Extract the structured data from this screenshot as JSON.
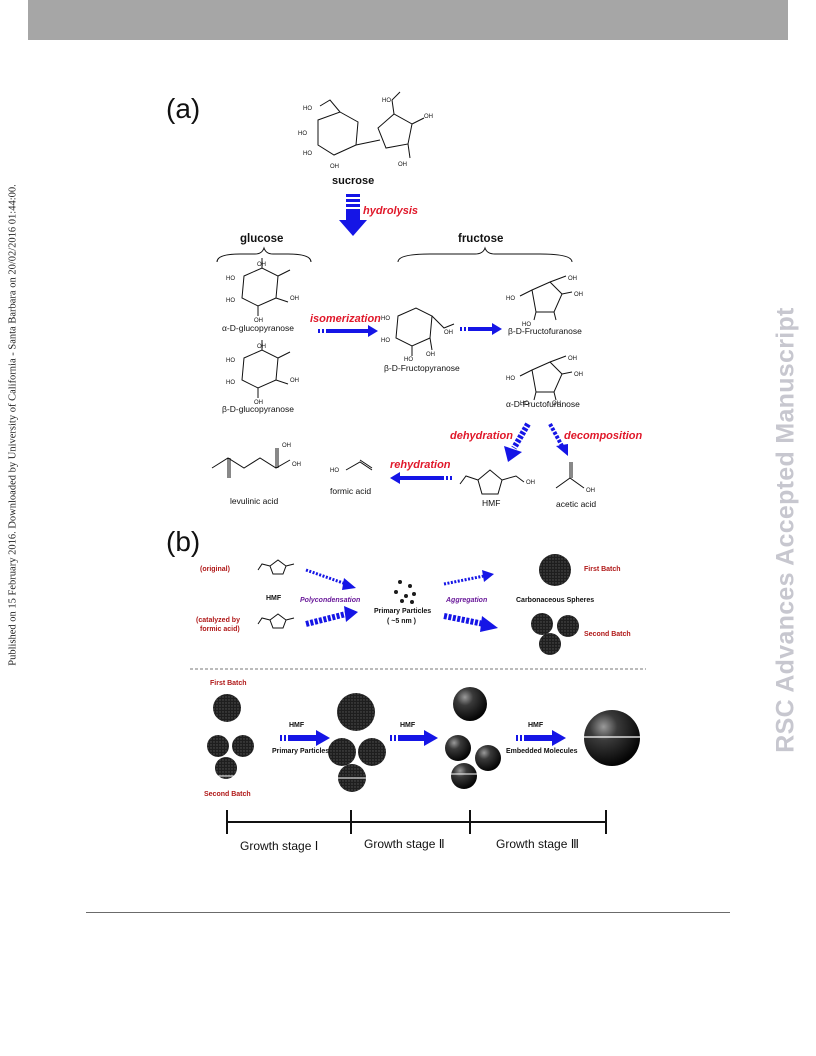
{
  "side_text": {
    "published": "Published on 15 February 2016. Downloaded by University of California - Santa Barbara on 20/02/2016 01:44:00.",
    "journal_watermark": "RSC Advances Accepted Manuscript"
  },
  "panel_a": {
    "label": "(a)",
    "sucrose": "sucrose",
    "hydrolysis": "hydrolysis",
    "glucose": "glucose",
    "fructose": "fructose",
    "alpha_glucopyranose": "α-D-glucopyranose",
    "beta_glucopyranose": "β-D-glucopyranose",
    "isomerization": "isomerization",
    "beta_fructopyranose": "β-D-Fructopyranose",
    "beta_fructofuranose": "β-D-Fructofuranose",
    "alpha_fructofuranose": "α-D-Fructofuranose",
    "dehydration": "dehydration",
    "decomposition": "decomposition",
    "rehydration": "rehydration",
    "levulinic_acid": "levulinic acid",
    "formic_acid": "formic acid",
    "hmf": "HMF",
    "acetic_acid": "acetic acid",
    "oh": "OH",
    "ho": "HO"
  },
  "panel_b": {
    "label": "(b)",
    "original": "(original)",
    "catalyzed_line1": "(catalyzed by",
    "catalyzed_line2": "formic acid)",
    "hmf": "HMF",
    "polycondensation": "Polycondensation",
    "primary_particles": "Primary Particles",
    "size": "( ~5 nm )",
    "aggregation": "Aggregation",
    "first_batch": "First Batch",
    "carbonaceous_spheres": "Carbonaceous Spheres",
    "second_batch": "Second Batch",
    "growth_first_batch": "First Batch",
    "growth_second_batch": "Second Batch",
    "arrow1_top": "HMF",
    "arrow1_bottom": "Primary Particles",
    "arrow2_top": "HMF",
    "arrow3_top": "HMF",
    "arrow3_bottom": "Embedded Molecules",
    "stage1": "Growth stage Ⅰ",
    "stage2": "Growth stage Ⅱ",
    "stage3": "Growth stage Ⅲ"
  },
  "colors": {
    "arrow_blue": "#1515e6",
    "label_red": "#e0182a",
    "purple": "#6a1a9a",
    "dark_red": "#b01818"
  }
}
